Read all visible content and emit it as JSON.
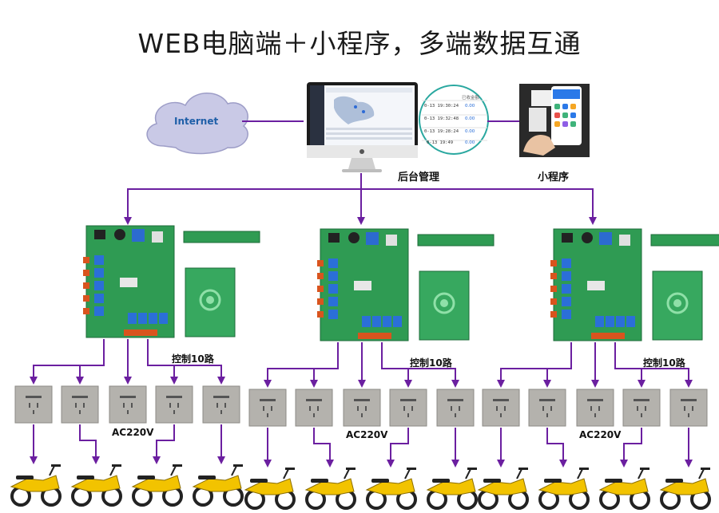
{
  "title": "WEB电脑端＋小程序，多端数据互通",
  "cloud_label": "Internet",
  "backend_label": "后台管理",
  "miniprogram_label": "小程序",
  "zoom_panel": {
    "header_left": "",
    "header_right": "已收金额",
    "rows": [
      {
        "time": "0-13 19:30:24",
        "value": "0.00"
      },
      {
        "time": "0-13 19:32:48",
        "value": "0.00"
      },
      {
        "time": "0-13 19:28:24",
        "value": "0.00"
      },
      {
        "time": "0-13 19:49",
        "value": "0.00"
      }
    ]
  },
  "groups": [
    {
      "control_label": "控制10路",
      "voltage_label": "AC220V"
    },
    {
      "control_label": "控制10路",
      "voltage_label": "AC220V"
    },
    {
      "control_label": "控制10路",
      "voltage_label": "AC220V"
    }
  ],
  "colors": {
    "connector": "#6b1fa0",
    "pcb": "#2f9b53",
    "outlet": "#b4b2ad",
    "scooter_yellow": "#f2c300",
    "cloud": "#c9c9e6"
  }
}
